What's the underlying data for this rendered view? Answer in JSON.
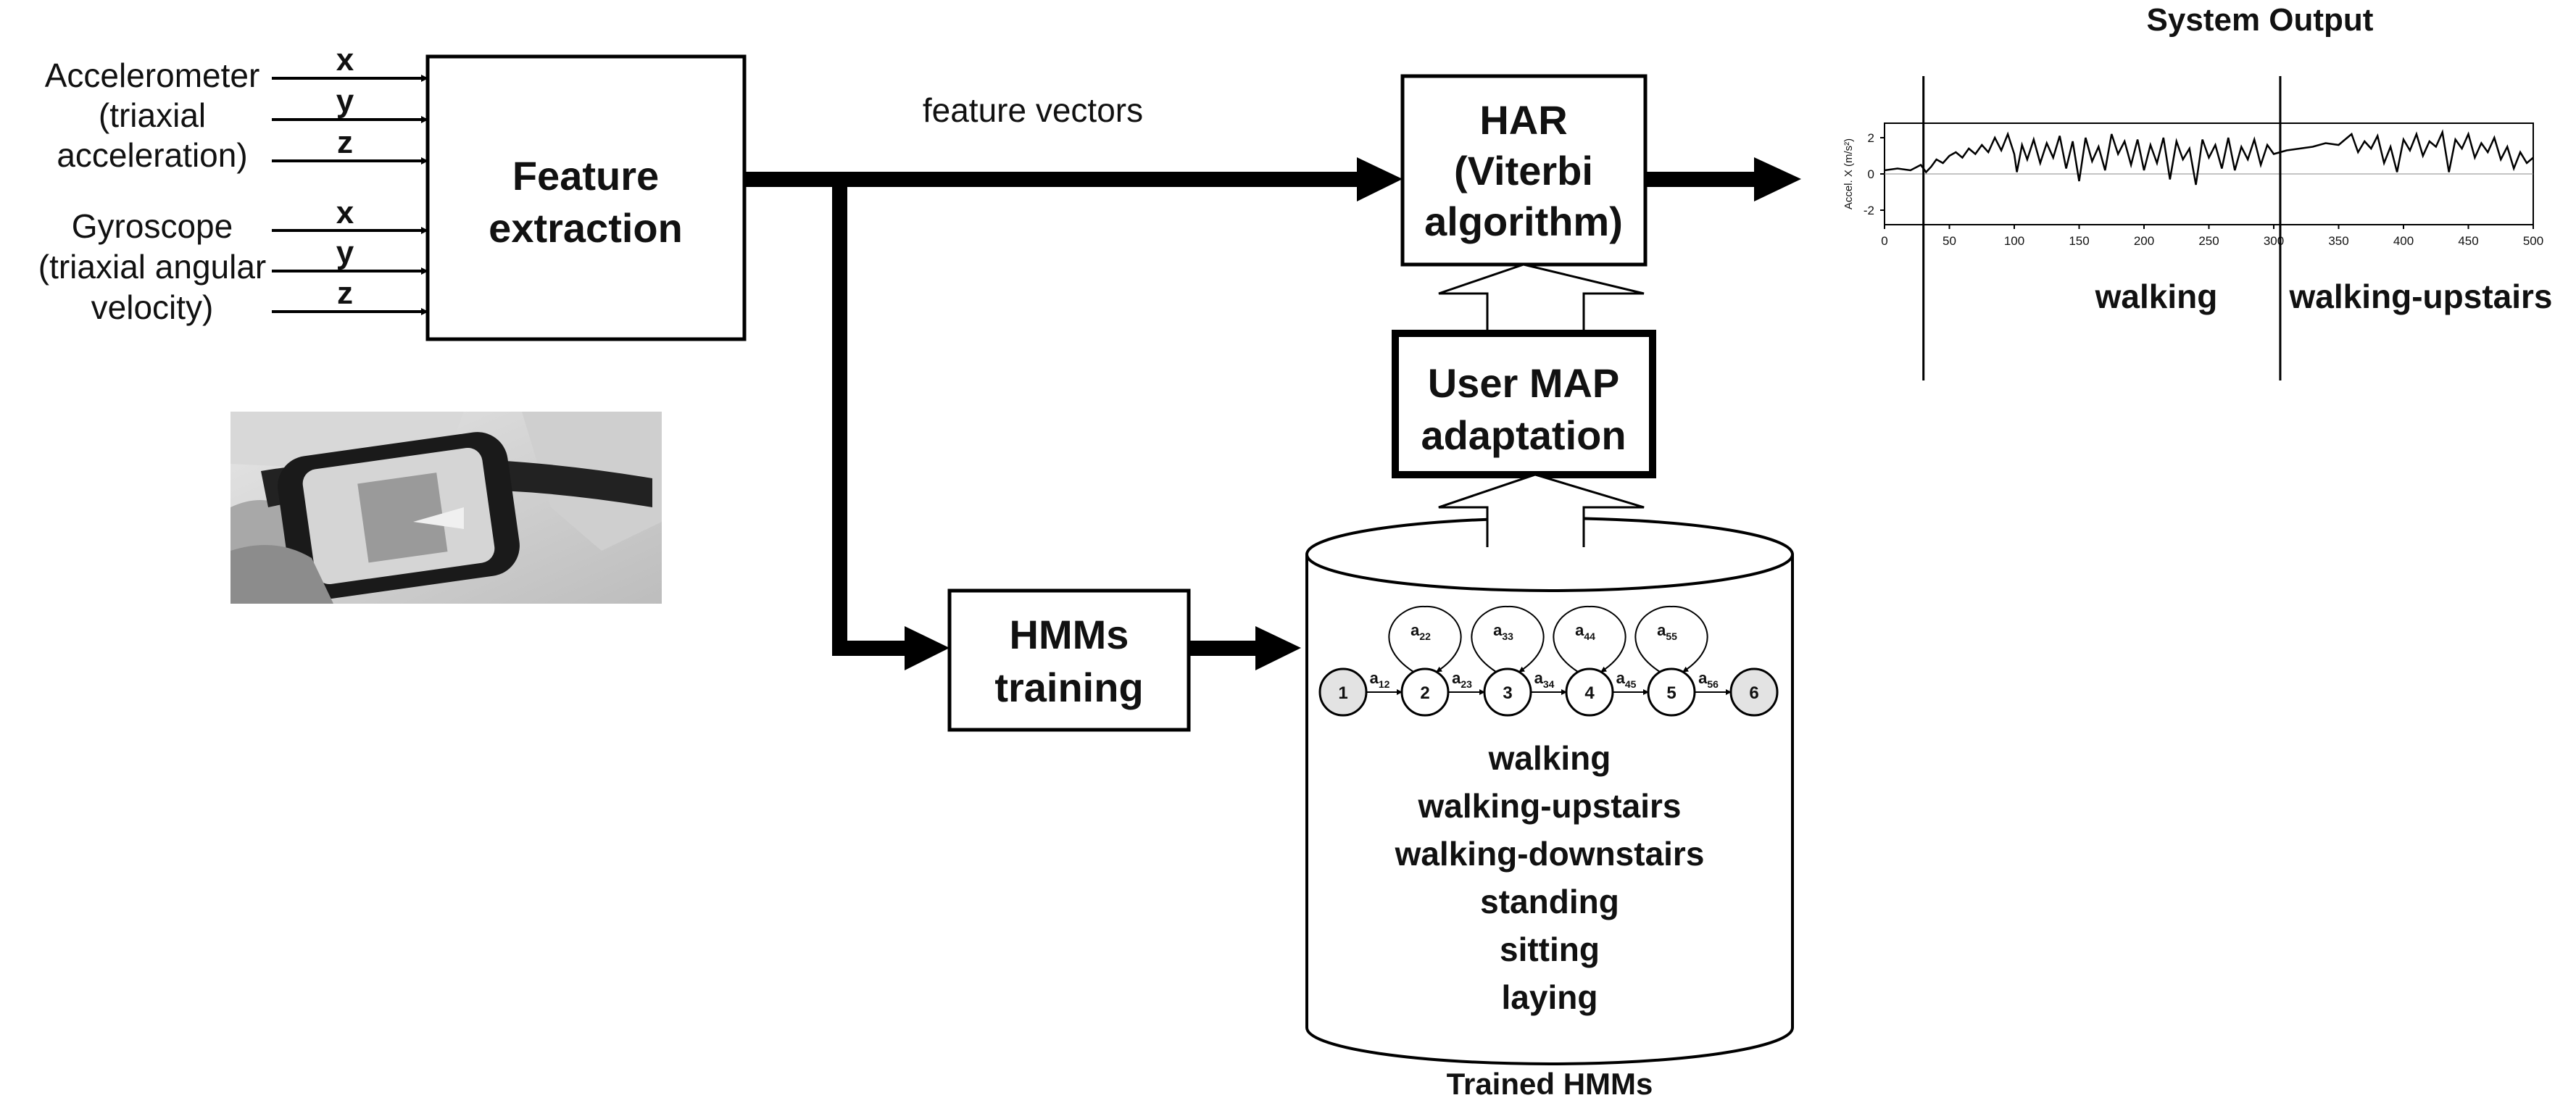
{
  "inputs": {
    "accel_lines": [
      "Accelerometer",
      "(triaxial",
      "acceleration)"
    ],
    "gyro_lines": [
      "Gyroscope",
      "(triaxial angular",
      "velocity)"
    ],
    "axes": [
      "x",
      "y",
      "z"
    ]
  },
  "feature_box_lines": [
    "Feature",
    "extraction"
  ],
  "feature_vectors_label": "feature vectors",
  "har_box_lines": [
    "HAR",
    "(Viterbi",
    "algorithm)"
  ],
  "map_box_lines": [
    "User MAP",
    "adaptation"
  ],
  "hmm_box_lines": [
    "HMMs",
    "training"
  ],
  "database": {
    "caption": "Trained  HMMs",
    "activities": [
      "walking",
      "walking-upstairs",
      "walking-downstairs",
      "standing",
      "sitting",
      "laying"
    ]
  },
  "hmm_model": {
    "states": [
      "1",
      "2",
      "3",
      "4",
      "5",
      "6"
    ],
    "forward": [
      {
        "a": "a",
        "sub": "12"
      },
      {
        "a": "a",
        "sub": "23"
      },
      {
        "a": "a",
        "sub": "34"
      },
      {
        "a": "a",
        "sub": "45"
      },
      {
        "a": "a",
        "sub": "56"
      }
    ],
    "self_loops": [
      {
        "a": "a",
        "sub": "22"
      },
      {
        "a": "a",
        "sub": "33"
      },
      {
        "a": "a",
        "sub": "44"
      },
      {
        "a": "a",
        "sub": "55"
      }
    ]
  },
  "output": {
    "title": "System Output",
    "segment_labels": [
      "walking",
      "walking-upstairs"
    ]
  },
  "chart_data": {
    "type": "line",
    "title": "System Output",
    "ylabel": "Accel. X (m/s²)",
    "xlabel": "",
    "xlim": [
      0,
      500
    ],
    "ylim": [
      -2.8,
      2.8
    ],
    "xticks": [
      "0",
      "50",
      "100",
      "150",
      "200",
      "250",
      "300",
      "350",
      "400",
      "450",
      "500"
    ],
    "yticks": [
      "2",
      "0",
      "-2"
    ],
    "boundaries": [
      30,
      305
    ],
    "series": [
      {
        "x": [
          0,
          10,
          20,
          28,
          32,
          36,
          40,
          45,
          50,
          55,
          60,
          65,
          70,
          75,
          80,
          85,
          90,
          95,
          100,
          102,
          106,
          110,
          115,
          120,
          125,
          130,
          135,
          140,
          145,
          150,
          155,
          160,
          165,
          170,
          175,
          180,
          185,
          190,
          195,
          200,
          205,
          210,
          215,
          220,
          225,
          230,
          235,
          240,
          245,
          250,
          255,
          260,
          265,
          270,
          275,
          280,
          285,
          290,
          295,
          300,
          305,
          310,
          320,
          330,
          340,
          350,
          355,
          360,
          365,
          370,
          375,
          380,
          385,
          390,
          395,
          400,
          405,
          410,
          415,
          420,
          425,
          430,
          435,
          440,
          445,
          450,
          455,
          460,
          465,
          470,
          475,
          480,
          485,
          490,
          495,
          500
        ],
        "y": [
          0.2,
          0.3,
          0.2,
          0.5,
          0.1,
          0.4,
          0.8,
          0.6,
          1.0,
          1.2,
          0.9,
          1.4,
          1.1,
          1.6,
          1.2,
          2.0,
          1.3,
          2.2,
          1.1,
          0.1,
          1.6,
          0.8,
          1.9,
          0.6,
          1.7,
          0.9,
          2.1,
          0.3,
          1.8,
          -0.4,
          2.0,
          0.7,
          1.5,
          0.2,
          2.2,
          1.1,
          1.8,
          0.5,
          1.9,
          0.2,
          1.6,
          0.6,
          2.0,
          -0.3,
          1.8,
          0.8,
          1.4,
          -0.6,
          1.9,
          0.9,
          1.6,
          0.3,
          2.0,
          0.2,
          1.5,
          0.8,
          1.9,
          0.5,
          1.6,
          1.1,
          1.2,
          1.3,
          1.4,
          1.5,
          1.7,
          1.6,
          1.9,
          2.2,
          1.2,
          1.8,
          1.4,
          2.1,
          0.6,
          1.5,
          0.1,
          1.9,
          1.3,
          2.2,
          1.0,
          1.8,
          1.5,
          2.3,
          0.1,
          1.9,
          1.4,
          2.2,
          0.9,
          1.7,
          1.2,
          2.0,
          0.8,
          1.5,
          0.3,
          1.2,
          0.6,
          0.9
        ]
      }
    ]
  }
}
